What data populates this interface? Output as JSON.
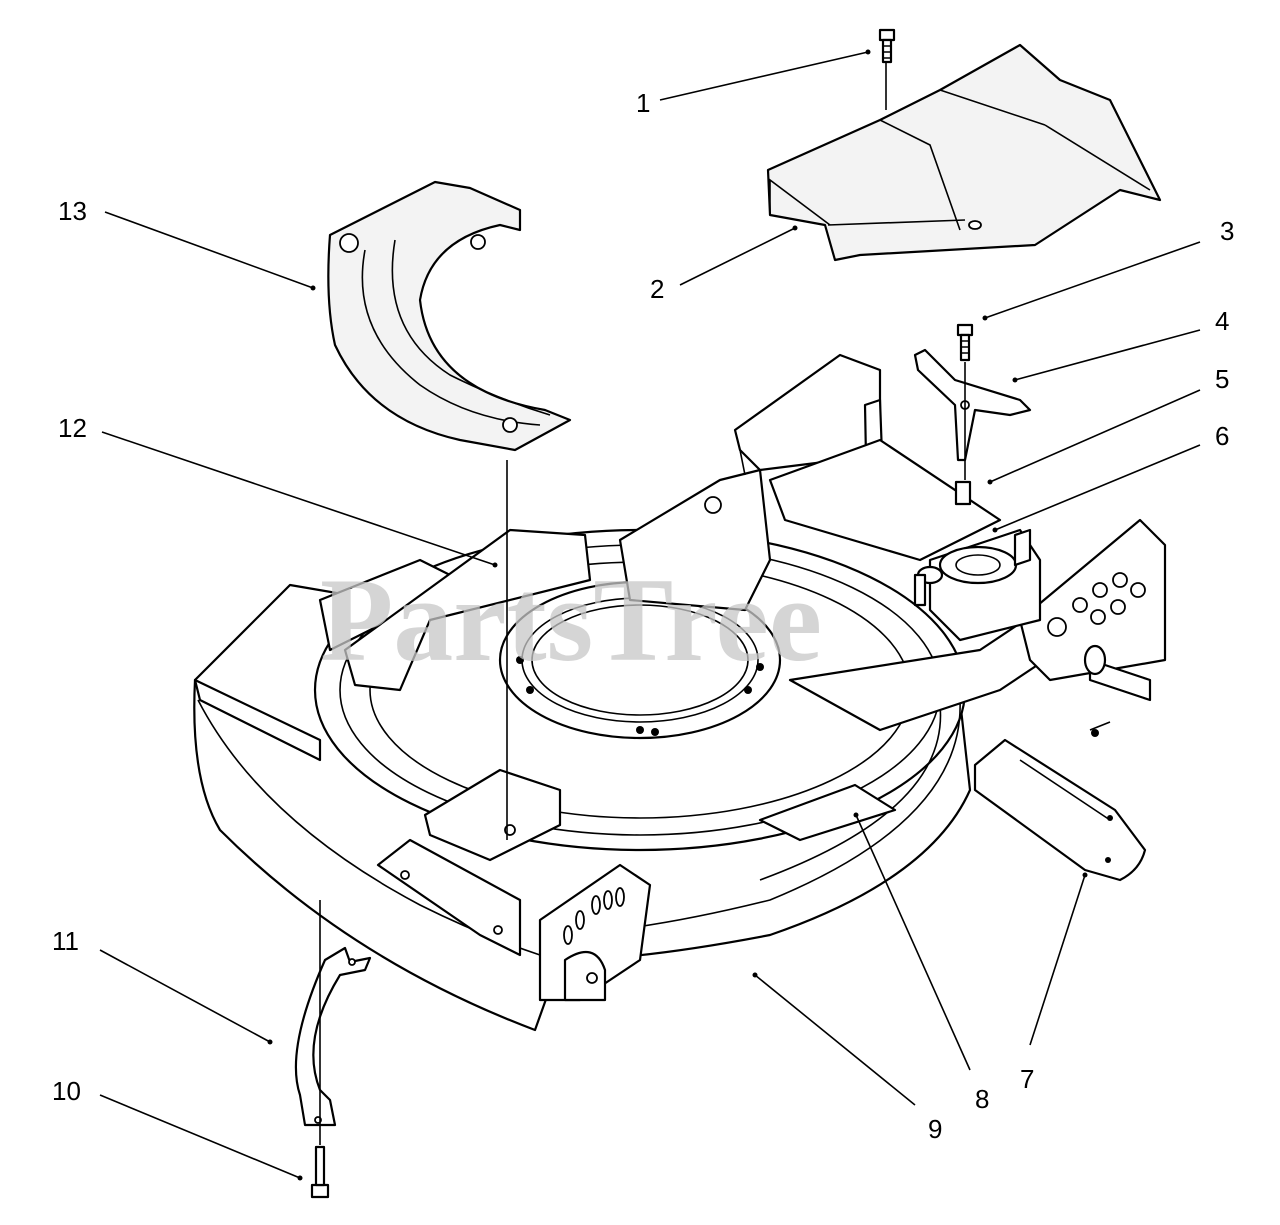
{
  "watermark": "PartsTree",
  "callouts": [
    {
      "id": "1",
      "label": "1"
    },
    {
      "id": "2",
      "label": "2"
    },
    {
      "id": "3",
      "label": "3"
    },
    {
      "id": "4",
      "label": "4"
    },
    {
      "id": "5",
      "label": "5"
    },
    {
      "id": "6",
      "label": "6"
    },
    {
      "id": "7",
      "label": "7"
    },
    {
      "id": "8",
      "label": "8"
    },
    {
      "id": "9",
      "label": "9"
    },
    {
      "id": "10",
      "label": "10"
    },
    {
      "id": "11",
      "label": "11"
    },
    {
      "id": "12",
      "label": "12"
    },
    {
      "id": "13",
      "label": "13"
    }
  ]
}
